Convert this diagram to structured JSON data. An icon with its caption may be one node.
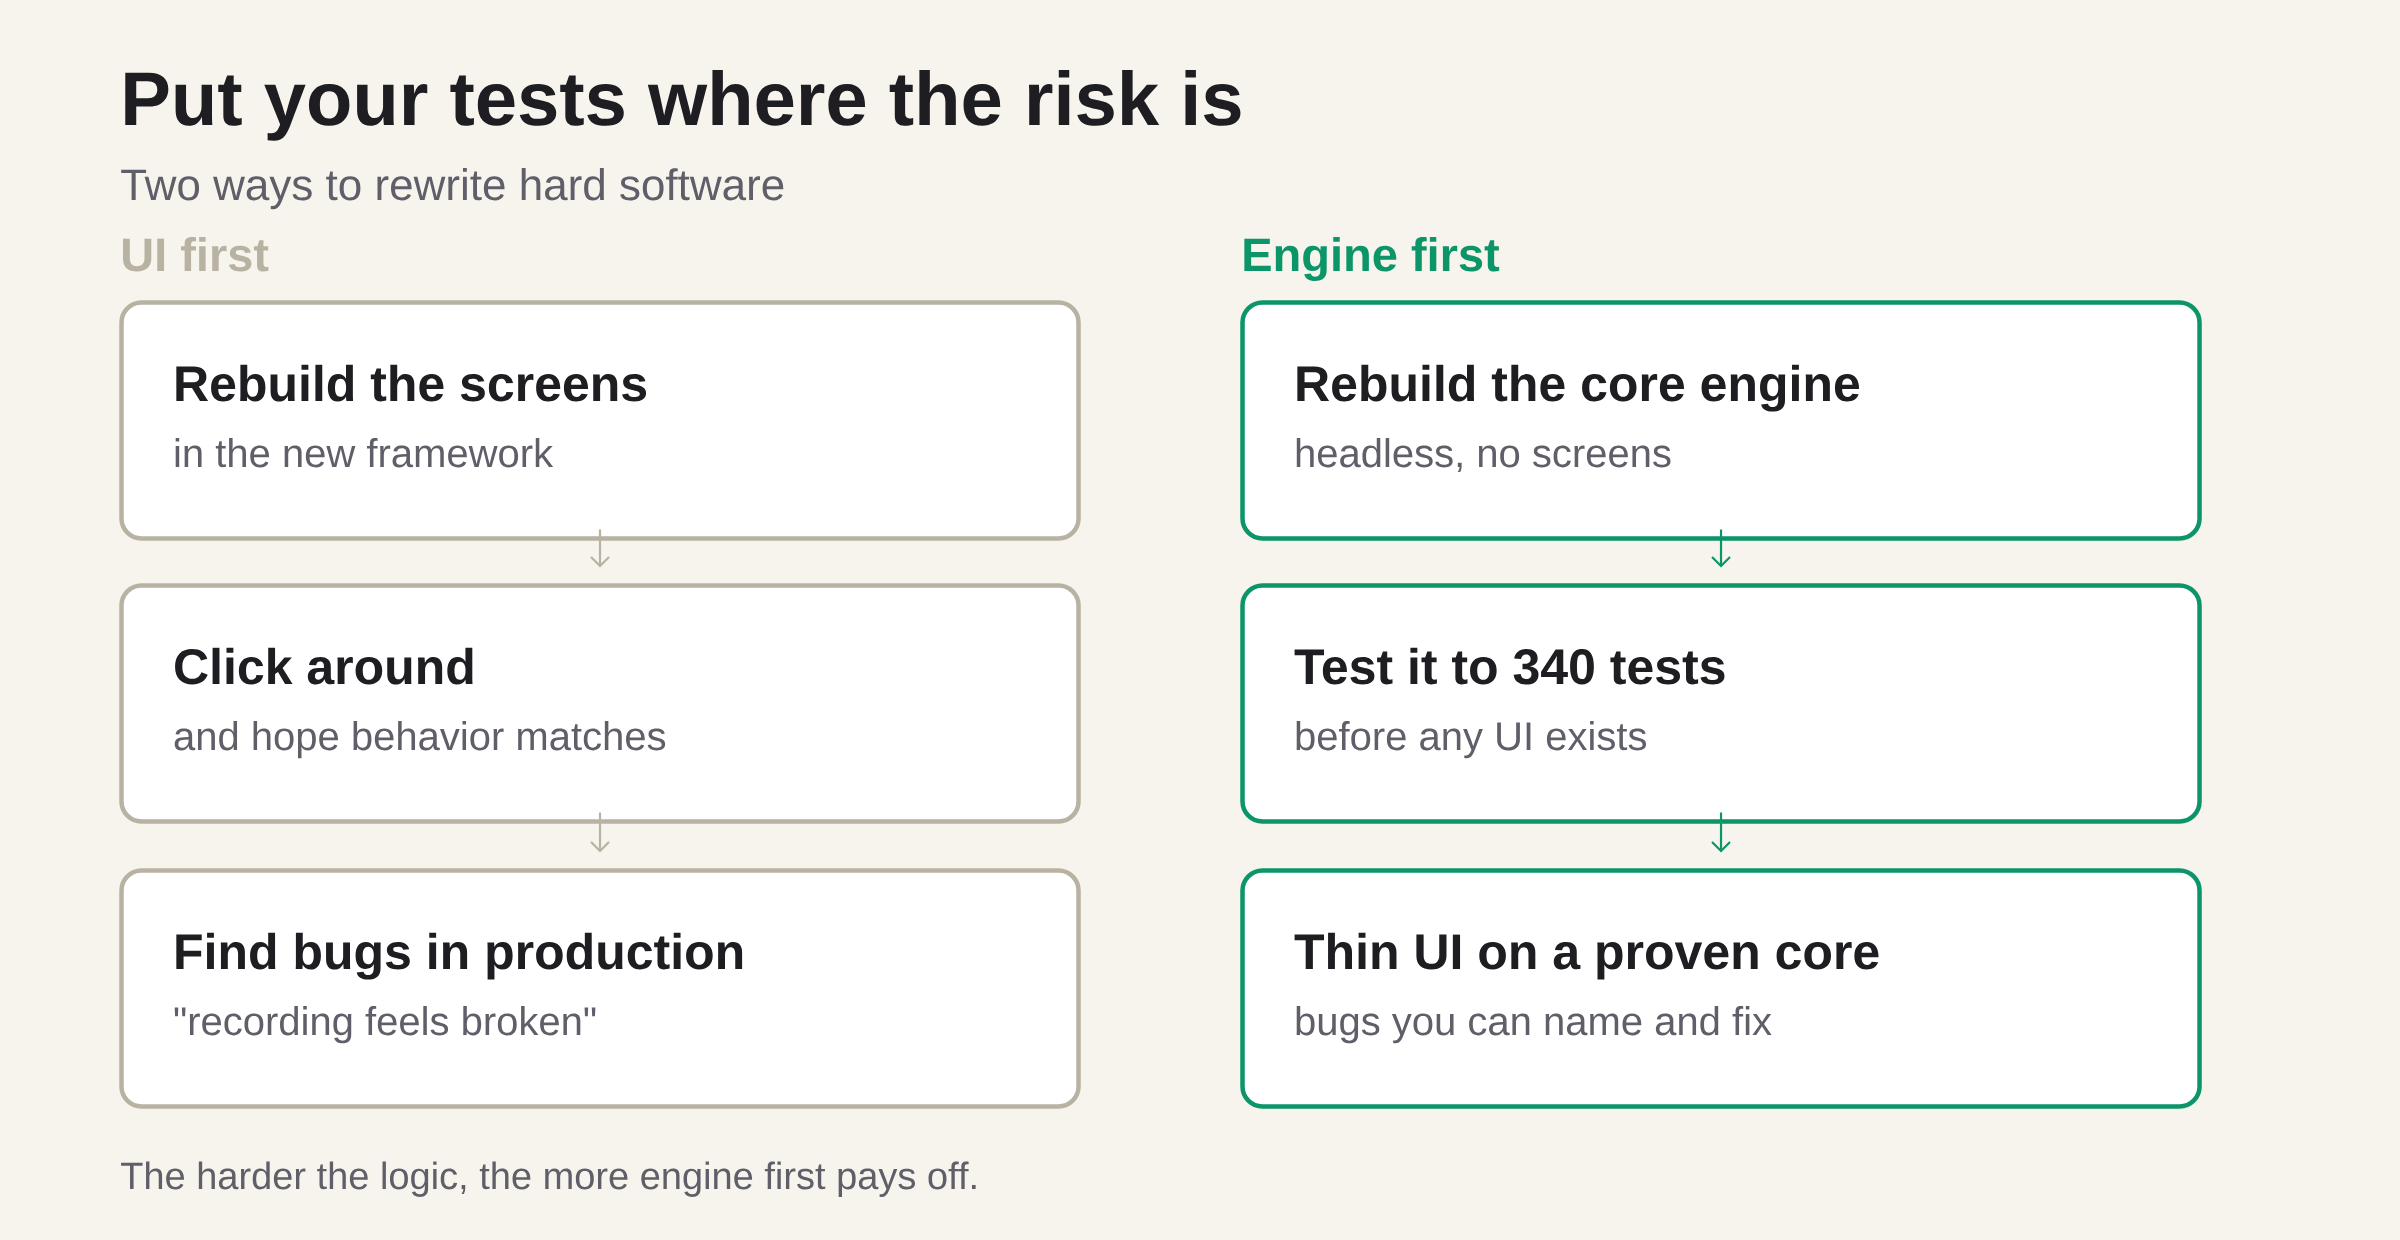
{
  "diagram": {
    "title": "Put your tests where the risk is",
    "caption": "The harder the logic, the more engine first pays off.",
    "nodes": [
      {
        "text": [
          "Rebuild the screens",
          "in the new framework"
        ]
      },
      {
        "text": [
          "Click around",
          "and hope behavior matches"
        ]
      },
      {
        "text": [
          "Find bugs in production",
          "\"recording feels broken\""
        ]
      },
      {
        "text": [
          "Rebuild the core engine",
          "headless, no screens"
        ]
      },
      {
        "text": [
          "Test it to 340 tests",
          "before any UI exists"
        ]
      },
      {
        "text": [
          "Thin UI on a proven core",
          "bugs you can name and fix"
        ]
      }
    ],
    "edges": [
      {
        "from": 0,
        "to": 1,
        "arrow": "to",
        "color": "#b8b2a2"
      },
      {
        "from": 1,
        "to": 2,
        "arrow": "to",
        "color": "#b8b2a2"
      },
      {
        "from": 3,
        "to": 4,
        "arrow": "to",
        "color": "#0c9569"
      },
      {
        "from": 4,
        "to": 5,
        "arrow": "to",
        "color": "#0c9569"
      }
    ],
    "labels": [
      "Two ways to rewrite hard software",
      "UI first",
      "Engine first"
    ]
  }
}
